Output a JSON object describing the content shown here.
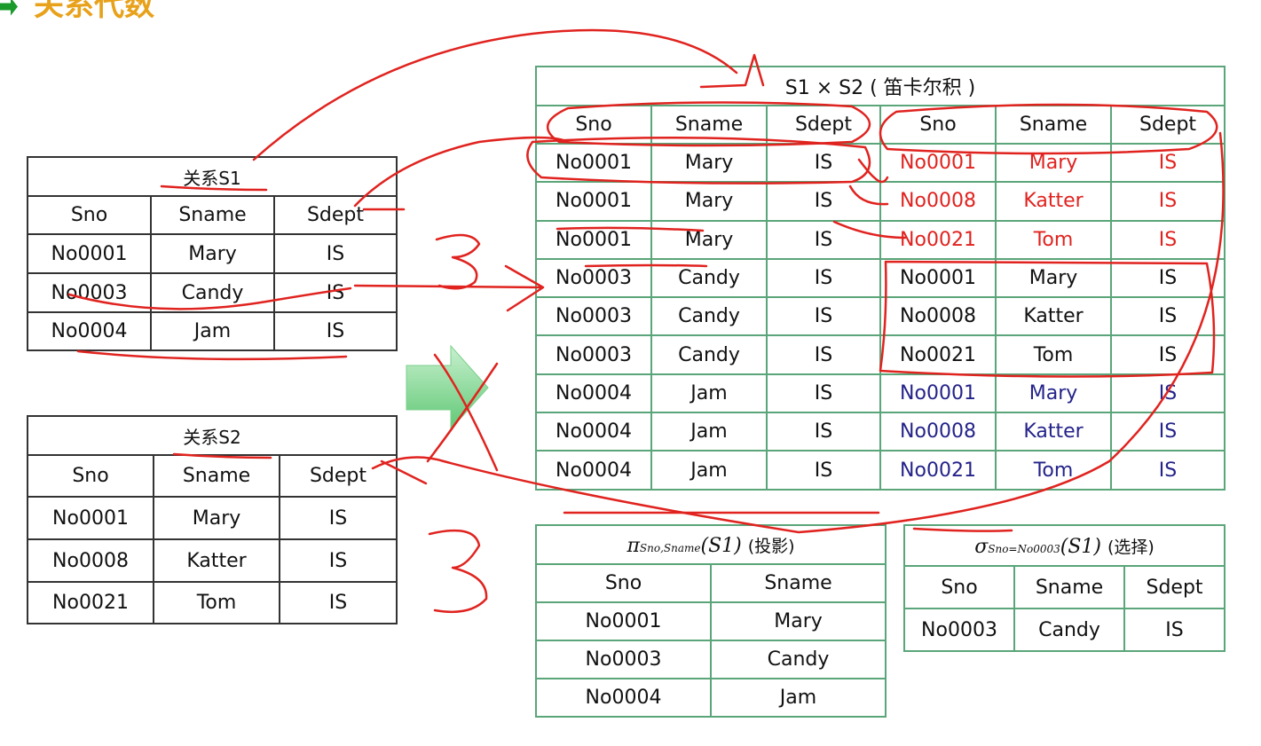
{
  "page": {
    "title": "关系代数",
    "accent": "#e8a11a",
    "annotation_color": "#e0231f"
  },
  "s1": {
    "caption": "关系S1",
    "headers": [
      "Sno",
      "Sname",
      "Sdept"
    ],
    "rows": [
      [
        "No0001",
        "Mary",
        "IS"
      ],
      [
        "No0003",
        "Candy",
        "IS"
      ],
      [
        "No0004",
        "Jam",
        "IS"
      ]
    ]
  },
  "s2": {
    "caption": "关系S2",
    "headers": [
      "Sno",
      "Sname",
      "Sdept"
    ],
    "rows": [
      [
        "No0001",
        "Mary",
        "IS"
      ],
      [
        "No0008",
        "Katter",
        "IS"
      ],
      [
        "No0021",
        "Tom",
        "IS"
      ]
    ]
  },
  "product": {
    "caption": "S1 × S2 ( 笛卡尔积 )",
    "headers": [
      "Sno",
      "Sname",
      "Sdept",
      "Sno",
      "Sname",
      "Sdept"
    ],
    "rows": [
      [
        "No0001",
        "Mary",
        "IS",
        "No0001",
        "Mary",
        "IS"
      ],
      [
        "No0001",
        "Mary",
        "IS",
        "No0008",
        "Katter",
        "IS"
      ],
      [
        "No0001",
        "Mary",
        "IS",
        "No0021",
        "Tom",
        "IS"
      ],
      [
        "No0003",
        "Candy",
        "IS",
        "No0001",
        "Mary",
        "IS"
      ],
      [
        "No0003",
        "Candy",
        "IS",
        "No0008",
        "Katter",
        "IS"
      ],
      [
        "No0003",
        "Candy",
        "IS",
        "No0021",
        "Tom",
        "IS"
      ],
      [
        "No0004",
        "Jam",
        "IS",
        "No0001",
        "Mary",
        "IS"
      ],
      [
        "No0004",
        "Jam",
        "IS",
        "No0008",
        "Katter",
        "IS"
      ],
      [
        "No0004",
        "Jam",
        "IS",
        "No0021",
        "Tom",
        "IS"
      ]
    ],
    "right_colors": [
      "#e0231f",
      "#e0231f",
      "#e0231f",
      "#111111",
      "#111111",
      "#111111",
      "#24238a",
      "#24238a",
      "#24238a"
    ]
  },
  "projection": {
    "symbol": "π",
    "subscript": "Sno,Sname",
    "arg": "(S1)",
    "label": "(投影)",
    "headers": [
      "Sno",
      "Sname"
    ],
    "rows": [
      [
        "No0001",
        "Mary"
      ],
      [
        "No0003",
        "Candy"
      ],
      [
        "No0004",
        "Jam"
      ]
    ]
  },
  "selection": {
    "symbol": "σ",
    "subscript": "Sno=No0003",
    "arg": "(S1)",
    "label": "(选择)",
    "headers": [
      "Sno",
      "Sname",
      "Sdept"
    ],
    "rows": [
      [
        "No0003",
        "Candy",
        "IS"
      ]
    ]
  },
  "annotations": {
    "scribble_1": "3",
    "scribble_2": "3"
  }
}
